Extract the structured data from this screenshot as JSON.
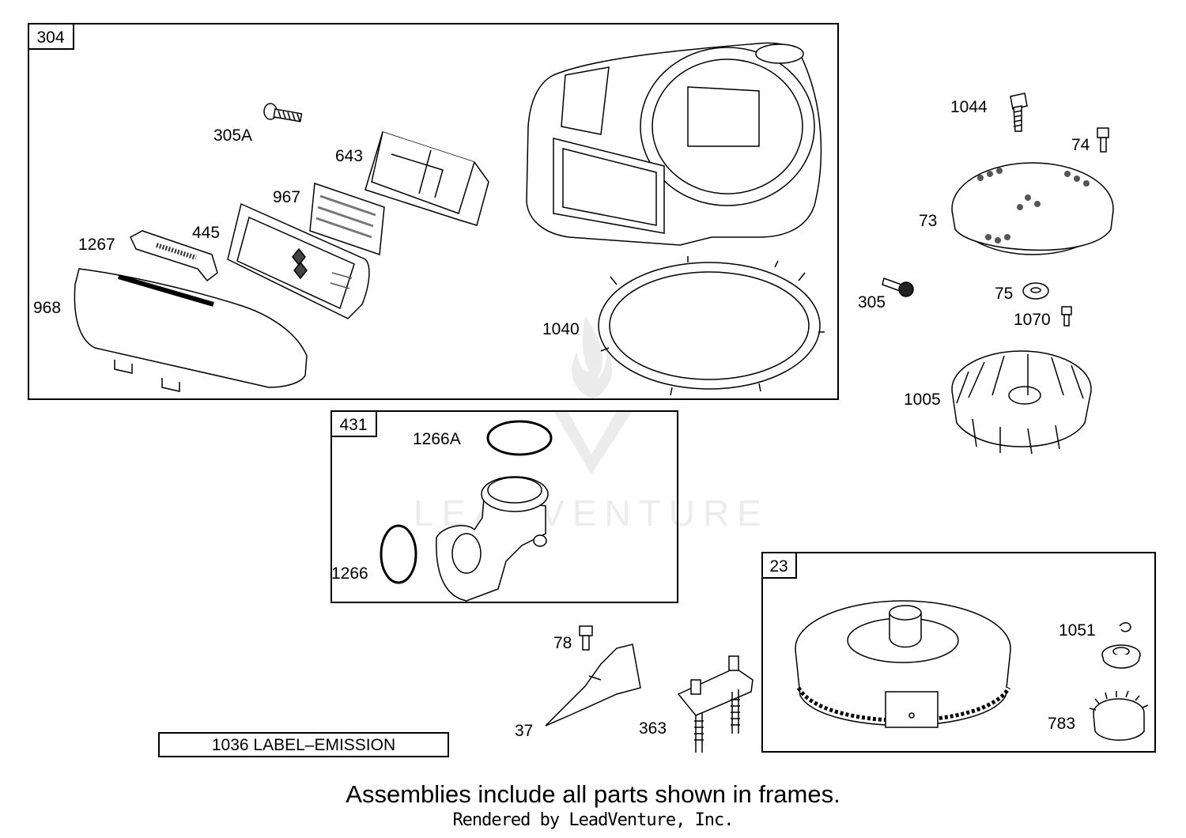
{
  "frames": [
    {
      "id": "304"
    },
    {
      "id": "431"
    },
    {
      "id": "23"
    }
  ],
  "parts": {
    "p305A": "305A",
    "p643": "643",
    "p967": "967",
    "p445": "445",
    "p1267": "1267",
    "p968": "968",
    "p1040": "1040",
    "p1044": "1044",
    "p74": "74",
    "p73": "73",
    "p305": "305",
    "p75": "75",
    "p1070": "1070",
    "p1005": "1005",
    "p1266A": "1266A",
    "p1266": "1266",
    "p78": "78",
    "p37": "37",
    "p363": "363",
    "p1051": "1051",
    "p783": "783"
  },
  "label_box": "1036 LABEL–EMISSION",
  "footer": {
    "main": "Assemblies include all parts shown in frames.",
    "credit": "Rendered by LeadVenture, Inc."
  },
  "watermark": "LEADVENTURE",
  "colors": {
    "line": "#000000",
    "part_fill": "#ffffff",
    "shade": "#555555",
    "watermark": "#e6e6e6"
  }
}
